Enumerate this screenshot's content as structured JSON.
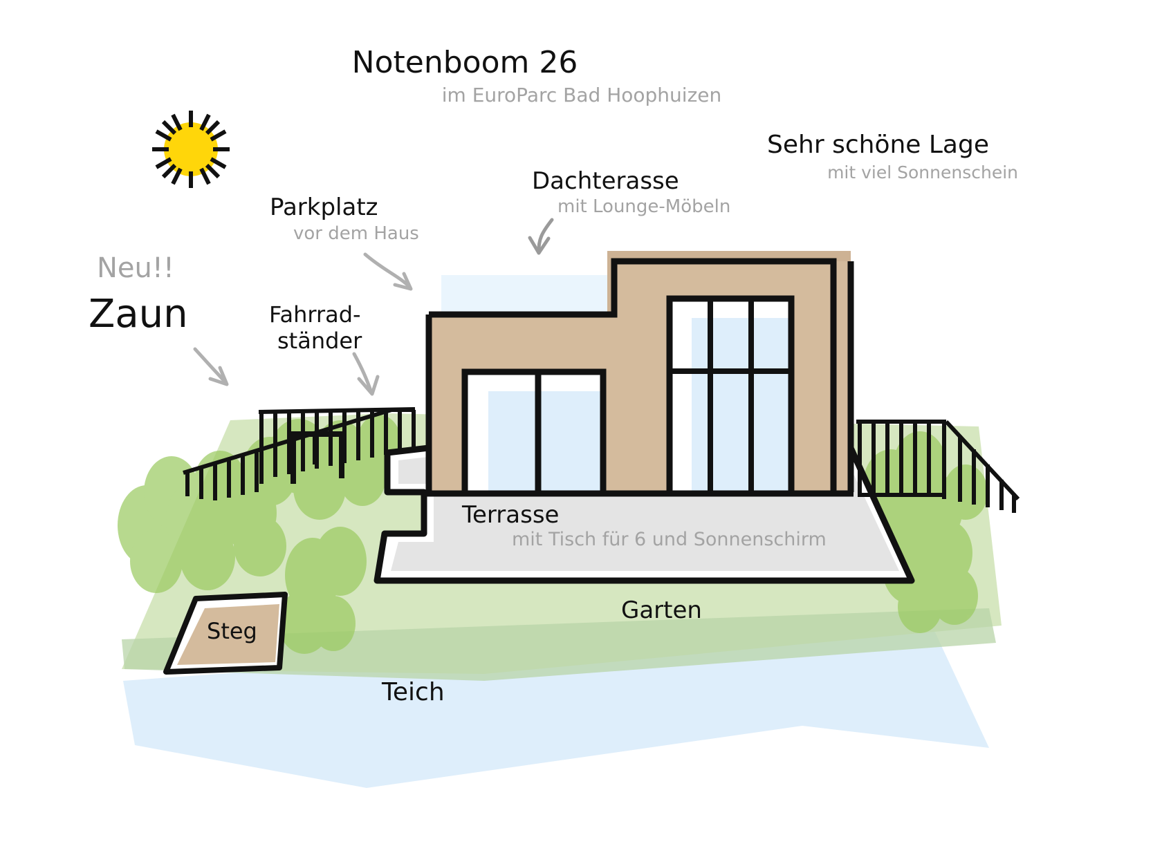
{
  "title": {
    "heading": "Notenboom 26",
    "subheading": "im EuroParc Bad Hoophuizen"
  },
  "annotations": {
    "location": {
      "main": "Sehr schöne Lage",
      "sub": "mit viel Sonnenschein"
    },
    "roof_terrace": {
      "main": "Dachterasse",
      "sub": "mit Lounge-Möbeln"
    },
    "parking": {
      "main": "Parkplatz",
      "sub": "vor dem Haus"
    },
    "fence": {
      "main": "Zaun",
      "sub": "Neu!!"
    },
    "bike_rack": {
      "line1": "Fahrrad-",
      "line2": "ständer"
    },
    "terrace": {
      "main": "Terrasse",
      "sub": "mit Tisch für 6 und Sonnenschirm"
    },
    "garden": {
      "main": "Garten"
    },
    "pond": {
      "main": "Teich"
    },
    "dock": {
      "main": "Steg"
    }
  },
  "icons": {
    "sun": "sun-icon",
    "arrow_parking": "curved-arrow-icon",
    "arrow_fence": "curved-arrow-icon",
    "arrow_bike": "curved-arrow-icon",
    "arrow_roof": "curved-arrow-icon"
  },
  "colors": {
    "wall": "#d4bb9d",
    "wall_shade": "#cdb294",
    "glass": "#deeefb",
    "glass_light": "#eaf5fd",
    "outline": "#111111",
    "lawn": "#d6e7c0",
    "lawn_shade": "#b8d4a8",
    "terrace": "#e4e4e4",
    "water": "#deeefb",
    "bush": "#9ccb63",
    "sun": "#ffd60a",
    "label_gray": "#a3a3a3",
    "dock": "#d4bb9d",
    "background": "#ffffff"
  }
}
